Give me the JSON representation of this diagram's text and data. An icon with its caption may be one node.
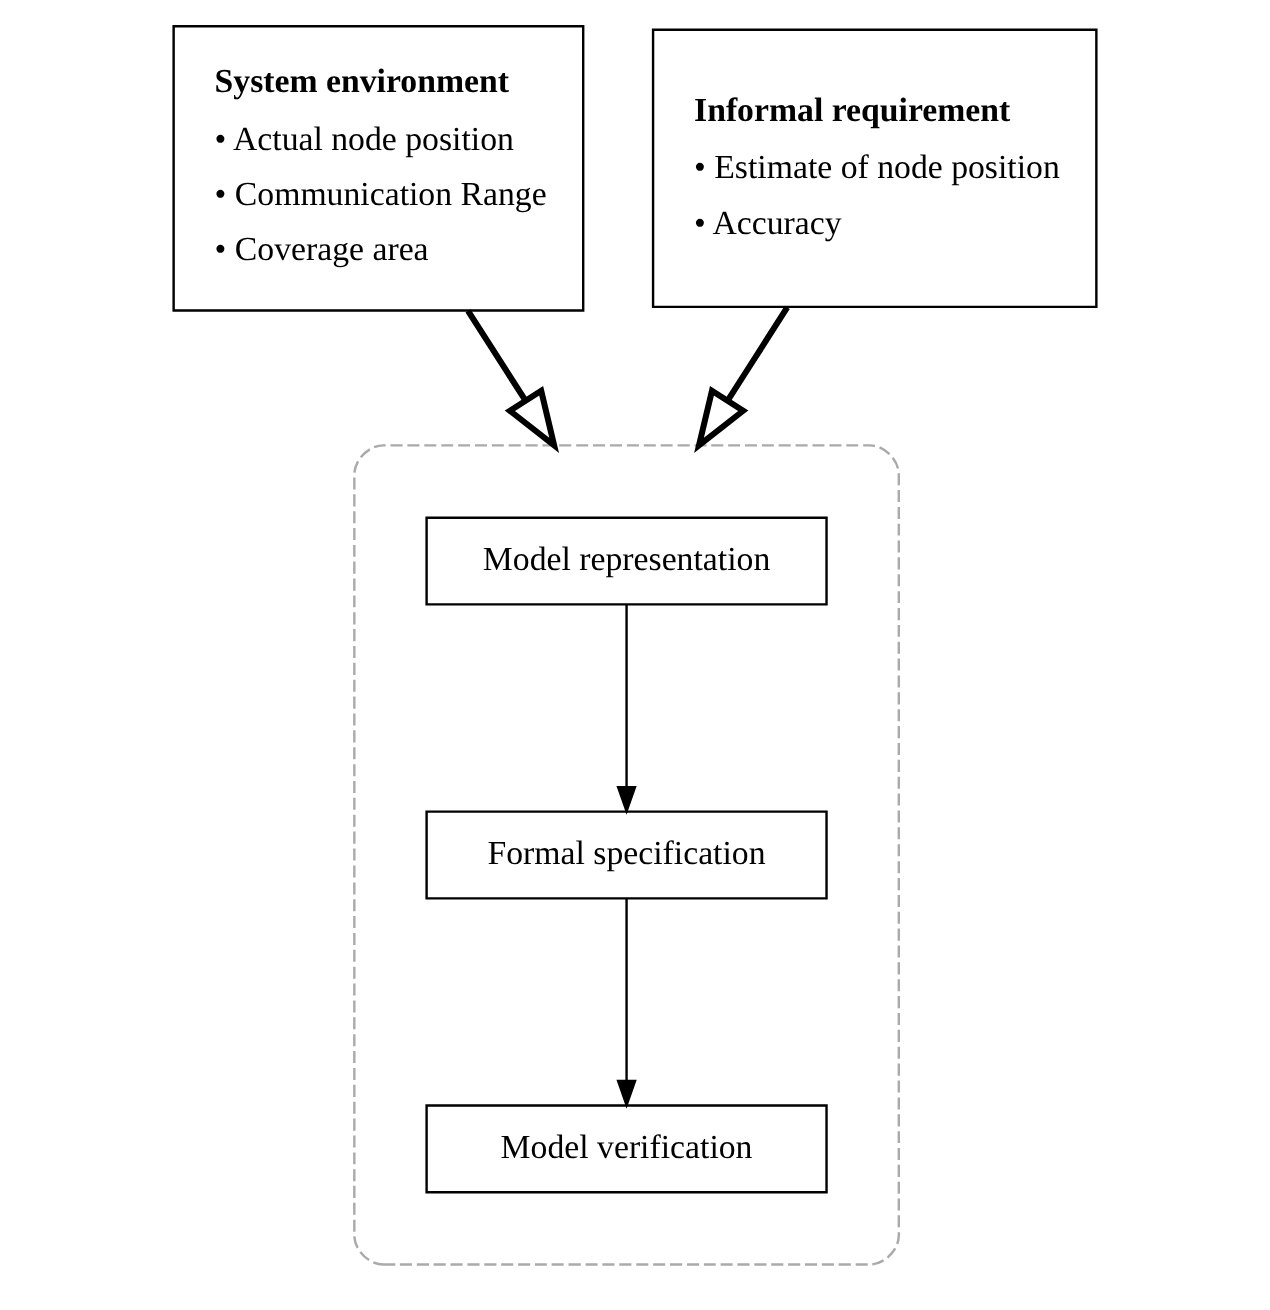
{
  "diagram": {
    "nodes": [
      {
        "text": [
          "System environment",
          "• Actual node position",
          "• Communication Range",
          "• Coverage area"
        ]
      },
      {
        "text": [
          "Informal requirement",
          "• Estimate of node position",
          "• Accuracy"
        ]
      },
      {
        "text": [],
        "shape": "box"
      },
      {
        "text": [
          "Model representation"
        ],
        "in": 2
      },
      {
        "text": [
          "Formal specification"
        ],
        "in": 2
      },
      {
        "text": [
          "Model verification"
        ],
        "in": 2
      }
    ],
    "edges": [
      {
        "from": 0,
        "to": 2,
        "arrow": "to",
        "style": "thick"
      },
      {
        "from": 1,
        "to": 2,
        "arrow": "to",
        "style": "thick"
      },
      {
        "from": 3,
        "to": 4,
        "arrow": "to"
      },
      {
        "from": 4,
        "to": 5,
        "arrow": "to"
      }
    ]
  }
}
